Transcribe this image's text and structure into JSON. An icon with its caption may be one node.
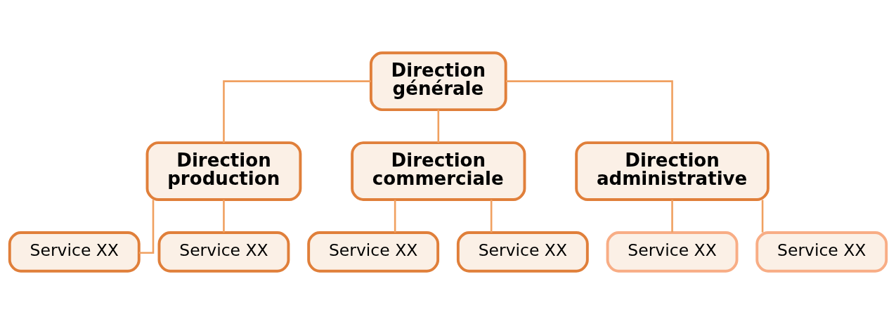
{
  "diagram": {
    "nodes": [
      {
        "text": [
          "Direction générale"
        ]
      },
      {
        "text": [
          "Direction production"
        ]
      },
      {
        "text": [
          "Direction commerciale"
        ]
      },
      {
        "text": [
          "Direction administrative"
        ]
      },
      {
        "text": [
          "Service XX"
        ]
      },
      {
        "text": [
          "Service XX"
        ]
      },
      {
        "text": [
          "Service XX"
        ]
      },
      {
        "text": [
          "Service XX"
        ]
      },
      {
        "text": [
          "Service XX"
        ]
      },
      {
        "text": [
          "Service XX"
        ]
      }
    ],
    "edges": [
      {
        "from": 0,
        "to": 1,
        "arrow": "none"
      },
      {
        "from": 0,
        "to": 2,
        "arrow": "none"
      },
      {
        "from": 0,
        "to": 3,
        "arrow": "none"
      },
      {
        "from": 1,
        "to": 4,
        "arrow": "none"
      },
      {
        "from": 1,
        "to": 5,
        "arrow": "none"
      },
      {
        "from": 2,
        "to": 6,
        "arrow": "none"
      },
      {
        "from": 2,
        "to": 7,
        "arrow": "none"
      },
      {
        "from": 3,
        "to": 8,
        "arrow": "none"
      },
      {
        "from": 3,
        "to": 9,
        "arrow": "none"
      }
    ]
  }
}
